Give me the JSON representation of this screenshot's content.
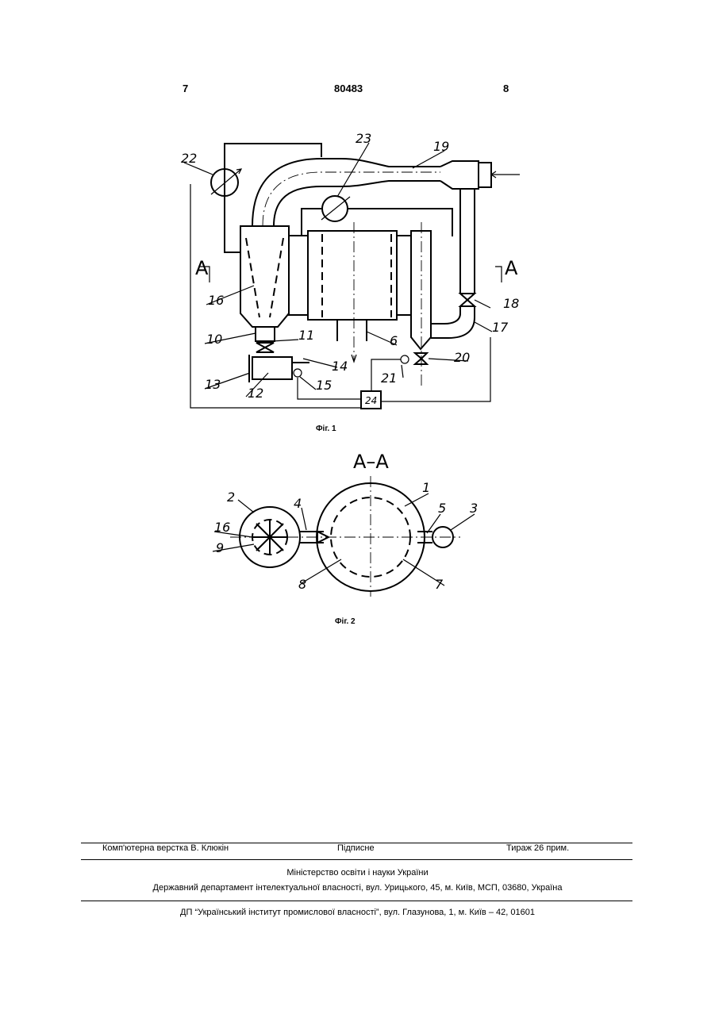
{
  "header": {
    "left": "7",
    "center": "80483",
    "right": "8"
  },
  "fig1": {
    "caption": "Фіг. 1",
    "section_mark": "А",
    "labels": [
      "22",
      "23",
      "19",
      "16",
      "10",
      "11",
      "14",
      "12",
      "13",
      "15",
      "6",
      "21",
      "20",
      "24",
      "18",
      "17"
    ]
  },
  "fig2": {
    "caption": "Фіг. 2",
    "title": "А–А",
    "labels": [
      "2",
      "4",
      "1",
      "5",
      "3",
      "16",
      "9",
      "8",
      "7"
    ]
  },
  "footer": {
    "layout": "Комп'ютерна верстка В. Клюкін",
    "signed": "Підписне",
    "circulation": "Тираж 26 прим.",
    "ministry": "Міністерство освіти і науки України",
    "department": "Державний департамент інтелектуальної власності, вул. Урицького, 45, м. Київ, МСП, 03680, Україна",
    "publisher": "ДП “Український інститут промислової власності”, вул. Глазунова, 1, м. Київ – 42, 01601"
  }
}
